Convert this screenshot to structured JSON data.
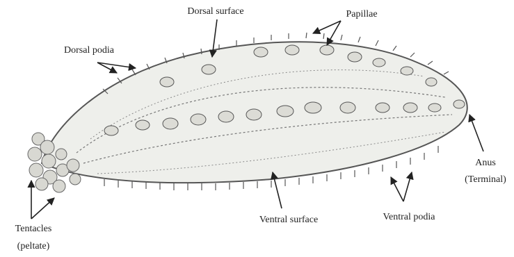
{
  "labels": {
    "dorsal_surface": "Dorsal surface",
    "papillae": "Papillae",
    "dorsal_podia": "Dorsal podia",
    "anus_line1": "Anus",
    "anus_line2": "(Terminal)",
    "tentacles_line1": "Tentacles",
    "tentacles_line2": "(peltate)",
    "ventral_surface": "Ventral surface",
    "ventral_podia": "Ventral podia"
  },
  "colors": {
    "ink": "#222222",
    "body_fill": "#eeefeb",
    "line": "#555555",
    "dots": "#888888"
  }
}
